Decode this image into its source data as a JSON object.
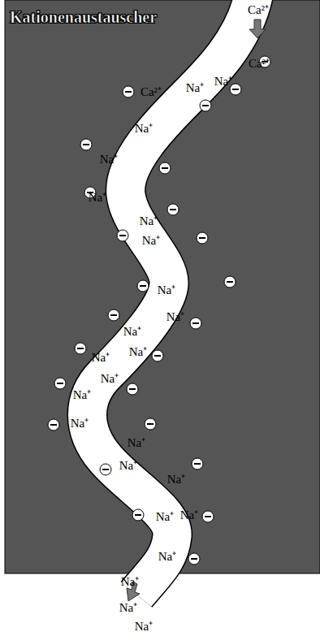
{
  "diagram": {
    "title": "Kationenaustauscher",
    "labels": [
      "Ca²⁺",
      "Ca²⁺",
      "Na⁺",
      "Ca²⁺",
      "Na⁺",
      "Na⁺",
      "Na⁺",
      "Na⁺",
      "Na⁺",
      "Na⁺",
      "Na⁺",
      "Na⁺",
      "Na⁺",
      "Na⁺",
      "Na⁺",
      "Na⁺",
      "Na⁺",
      "Na⁺",
      "Na⁺",
      "Na⁺",
      "Na⁺",
      "Na⁺",
      "Na⁺",
      "Na⁺",
      "Na⁺",
      "Na⁺",
      "Na⁺"
    ]
  }
}
